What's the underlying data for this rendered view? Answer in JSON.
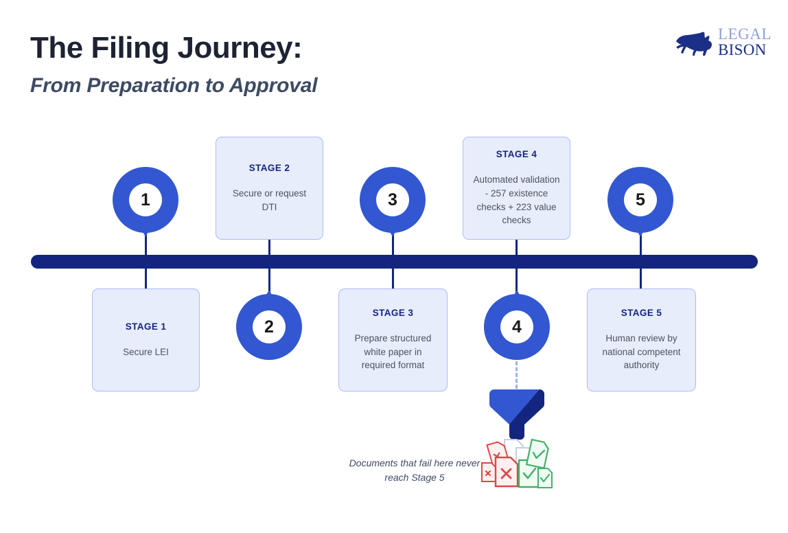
{
  "header": {
    "title": "The Filing Journey:",
    "subtitle": "From Preparation to Approval"
  },
  "logo": {
    "mark": "bison-icon",
    "line1": "LEGAL",
    "line2": "BISON",
    "color_light": "#8e9fd4",
    "color_dark": "#1b2f86"
  },
  "timeline": {
    "bar_color": "#13257f",
    "pin_color": "#3257d1",
    "card_bg": "#e8edfc",
    "card_border": "#aabbf4",
    "stages": [
      {
        "number": "1",
        "title": "STAGE 1",
        "body": "Secure LEI",
        "card_position": "below",
        "pin_position": "above"
      },
      {
        "number": "2",
        "title": "STAGE 2",
        "body": "Secure or request DTI",
        "card_position": "above",
        "pin_position": "below"
      },
      {
        "number": "3",
        "title": "STAGE 3",
        "body": "Prepare structured white paper in required format",
        "card_position": "below",
        "pin_position": "above"
      },
      {
        "number": "4",
        "title": "STAGE 4",
        "body": "Automated validation - 257 existence checks + 223 value checks",
        "card_position": "above",
        "pin_position": "below"
      },
      {
        "number": "5",
        "title": "STAGE 5",
        "body": "Human review by national competent authority",
        "card_position": "below",
        "pin_position": "above"
      }
    ]
  },
  "funnel": {
    "icon": "funnel-icon",
    "color_light": "#3257d1",
    "color_dark": "#13257f"
  },
  "documents": {
    "icon": "documents-pass-fail-icon",
    "fail_color": "#d84a4a",
    "pass_color": "#45b06a",
    "neutral_color": "#c9cede"
  },
  "caption": {
    "text": "Documents that fail here never reach Stage 5"
  }
}
